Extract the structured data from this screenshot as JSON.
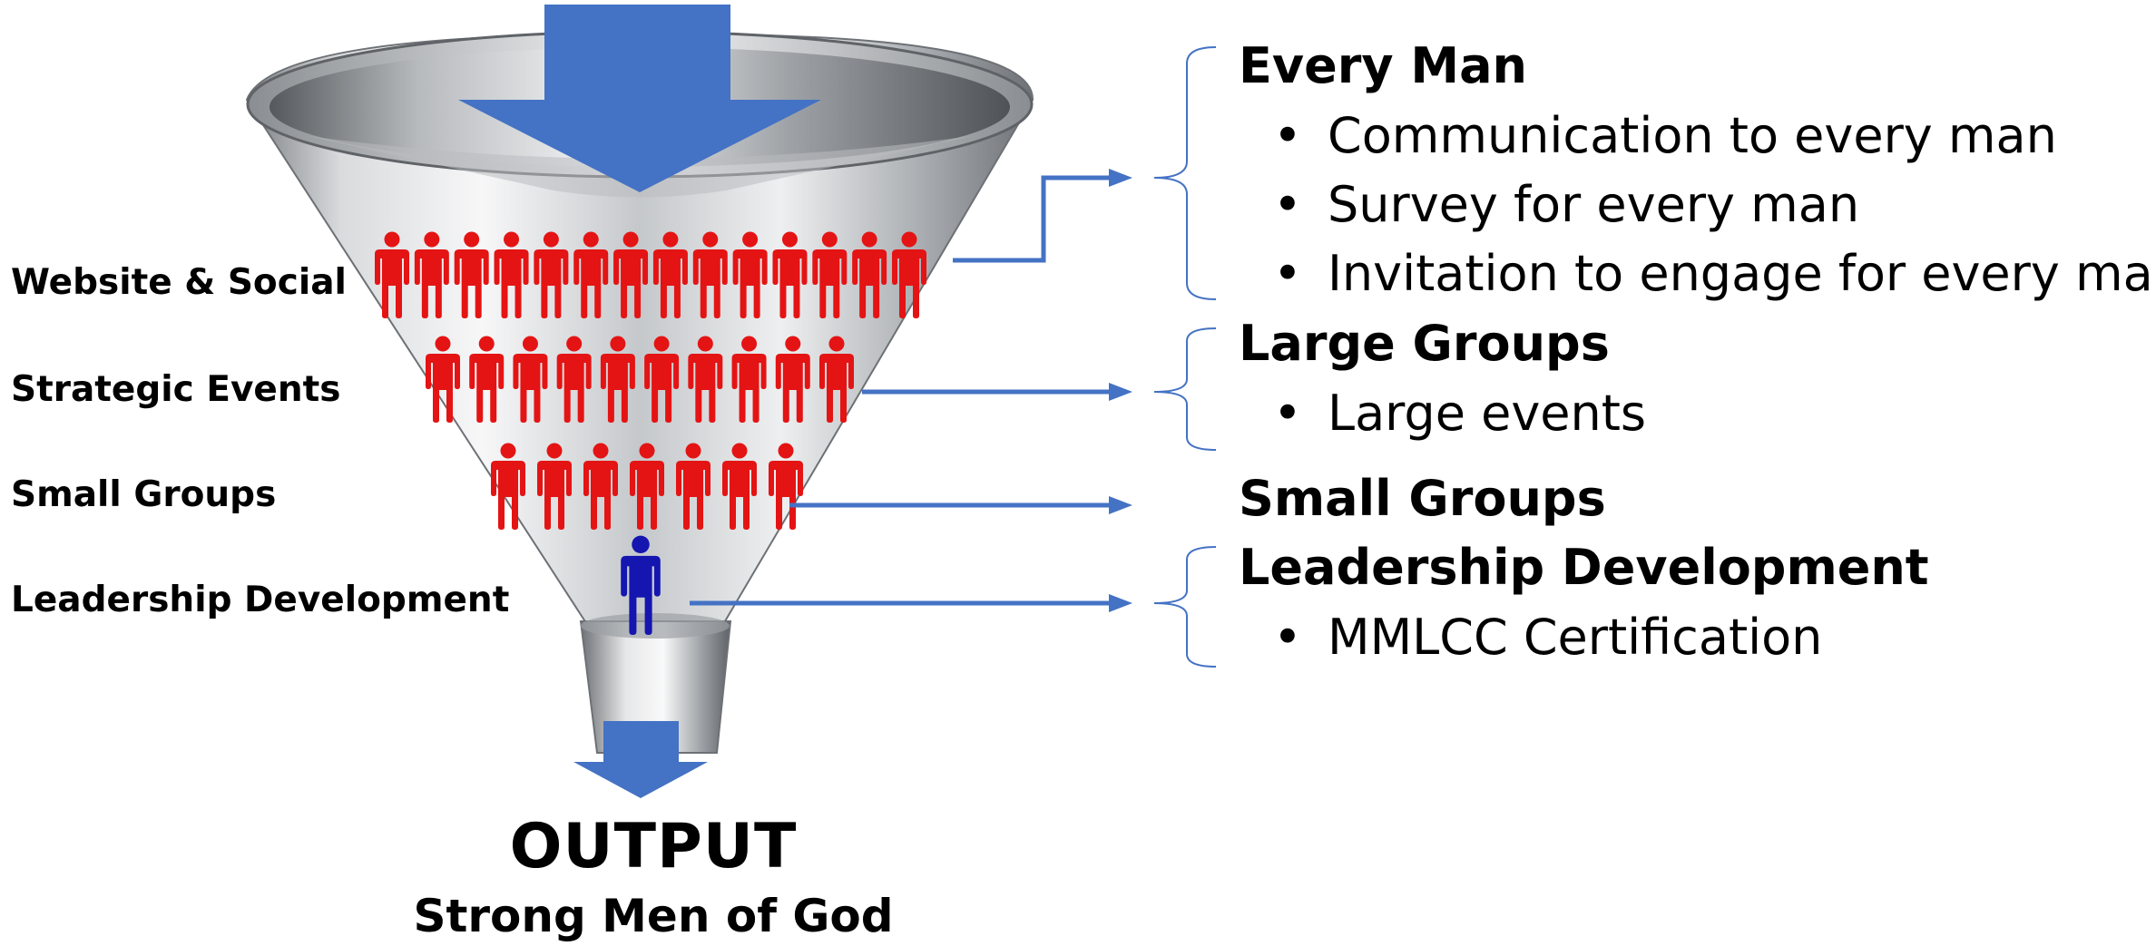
{
  "colors": {
    "arrow_blue": "#4472C4",
    "people_red": "#E41414",
    "leader_blue": "#1515B0",
    "funnel_silver": "#C8CACC"
  },
  "funnel_labels": [
    {
      "text": "Website & Social"
    },
    {
      "text": "Strategic Events"
    },
    {
      "text": "Small Groups"
    },
    {
      "text": "Leadership Development"
    }
  ],
  "people_rows": [
    {
      "count": 14,
      "color": "red"
    },
    {
      "count": 10,
      "color": "red"
    },
    {
      "count": 7,
      "color": "red"
    },
    {
      "count": 1,
      "color": "blue"
    }
  ],
  "sections": [
    {
      "heading": "Every Man",
      "bullets": [
        "Communication to every man",
        "Survey for every man",
        "Invitation to engage for every man"
      ]
    },
    {
      "heading": "Large Groups",
      "bullets": [
        "Large events"
      ]
    },
    {
      "heading": "Small Groups",
      "bullets": []
    },
    {
      "heading": "Leadership Development",
      "bullets": [
        "MMLCC Certification"
      ]
    }
  ],
  "bullet_char": "•",
  "output": {
    "title": "OUTPUT",
    "subtitle": "Strong Men of God"
  },
  "icons": [
    "input-arrow-icon",
    "output-arrow-icon",
    "person-icon",
    "brace-icon",
    "connector-arrow-icon"
  ]
}
